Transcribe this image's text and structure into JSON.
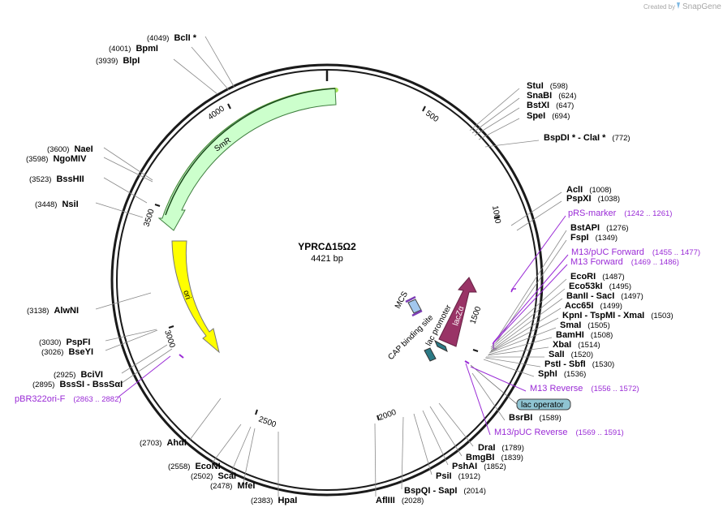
{
  "header": {
    "credit": "Created by",
    "brand": "SnapGene"
  },
  "plasmid": {
    "name": "YPRCΔ15Ω2",
    "length": "4421 bp"
  },
  "ticks": [
    "500",
    "1000",
    "1500",
    "2000",
    "2500",
    "3000",
    "3500",
    "4000"
  ],
  "sites_right": [
    {
      "pos": "(598)",
      "name": "StuI"
    },
    {
      "pos": "(624)",
      "name": "SnaBI"
    },
    {
      "pos": "(647)",
      "name": "BstXI"
    },
    {
      "pos": "(694)",
      "name": "SpeI"
    },
    {
      "pos": "(772)",
      "name": "BspDI * - ClaI *"
    },
    {
      "pos": "(1008)",
      "name": "AclI"
    },
    {
      "pos": "(1038)",
      "name": "PspXI"
    },
    {
      "pos": "(1276)",
      "name": "BstAPI"
    },
    {
      "pos": "(1349)",
      "name": "FspI"
    },
    {
      "pos": "(1487)",
      "name": "EcoRI"
    },
    {
      "pos": "(1495)",
      "name": "Eco53kI"
    },
    {
      "pos": "(1497)",
      "name": "BanII - SacI"
    },
    {
      "pos": "(1499)",
      "name": "Acc65I"
    },
    {
      "pos": "(1503)",
      "name": "KpnI - TspMI - XmaI"
    },
    {
      "pos": "(1505)",
      "name": "SmaI"
    },
    {
      "pos": "(1508)",
      "name": "BamHI"
    },
    {
      "pos": "(1514)",
      "name": "XbaI"
    },
    {
      "pos": "(1520)",
      "name": "SalI"
    },
    {
      "pos": "(1530)",
      "name": "PstI - SbfI"
    },
    {
      "pos": "(1536)",
      "name": "SphI"
    },
    {
      "pos": "(1589)",
      "name": "BsrBI"
    }
  ],
  "primers_right": [
    {
      "name": "pRS-marker",
      "range": "(1242 .. 1261)"
    },
    {
      "name": "M13/pUC Forward",
      "range": "(1455 .. 1477)"
    },
    {
      "name": "M13 Forward",
      "range": "(1469 .. 1486)"
    },
    {
      "name": "M13 Reverse",
      "range": "(1556 .. 1572)"
    },
    {
      "name": "M13/pUC Reverse",
      "range": "(1569 .. 1591)"
    }
  ],
  "sites_bottom": [
    {
      "pos": "(1789)",
      "name": "DraI"
    },
    {
      "pos": "(1839)",
      "name": "BmgBI"
    },
    {
      "pos": "(1852)",
      "name": "PshAI"
    },
    {
      "pos": "(1912)",
      "name": "PsiI"
    },
    {
      "pos": "(2014)",
      "name": "BspQI - SapI"
    },
    {
      "pos": "(2028)",
      "name": "AflIII"
    },
    {
      "pos": "(2383)",
      "name": "HpaI"
    },
    {
      "pos": "(2478)",
      "name": "MfeI"
    },
    {
      "pos": "(2502)",
      "name": "ScaI"
    },
    {
      "pos": "(2558)",
      "name": "EcoNI"
    },
    {
      "pos": "(2703)",
      "name": "AhdI"
    }
  ],
  "sites_left": [
    {
      "pos": "(2895)",
      "name": "BssSI - BssSαI"
    },
    {
      "pos": "(2925)",
      "name": "BciVI"
    },
    {
      "pos": "(3026)",
      "name": "BseYI"
    },
    {
      "pos": "(3030)",
      "name": "PspFI"
    },
    {
      "pos": "(3138)",
      "name": "AlwNI"
    },
    {
      "pos": "(3448)",
      "name": "NsiI"
    },
    {
      "pos": "(3523)",
      "name": "BssHII"
    },
    {
      "pos": "(3598)",
      "name": "NgoMIV"
    },
    {
      "pos": "(3600)",
      "name": "NaeI"
    },
    {
      "pos": "(3939)",
      "name": "BlpI"
    },
    {
      "pos": "(4001)",
      "name": "BpmI"
    },
    {
      "pos": "(4049)",
      "name": "BclI *"
    }
  ],
  "primers_left": [
    {
      "name": "pBR322ori-F",
      "range": "(2863 .. 2882)"
    }
  ],
  "features": {
    "smr": "SmR",
    "ori": "ori",
    "lacz": "lacZα",
    "mcs": "MCS",
    "lac_promoter": "lac promoter",
    "cap_site": "CAP binding site",
    "lac_operator": "lac operator"
  },
  "colors": {
    "smr_fill": "#ccffcc",
    "smr_highlight": "#a8e65a",
    "ori_fill": "#ffff00",
    "lacz_fill": "#993366",
    "mcs_fill": "#a2c7ee",
    "promoter_fill": "#2b7a85",
    "operator_fill": "#8fc4d2",
    "primer": "#9a2bd6",
    "backbone": "#1a1a1a"
  }
}
